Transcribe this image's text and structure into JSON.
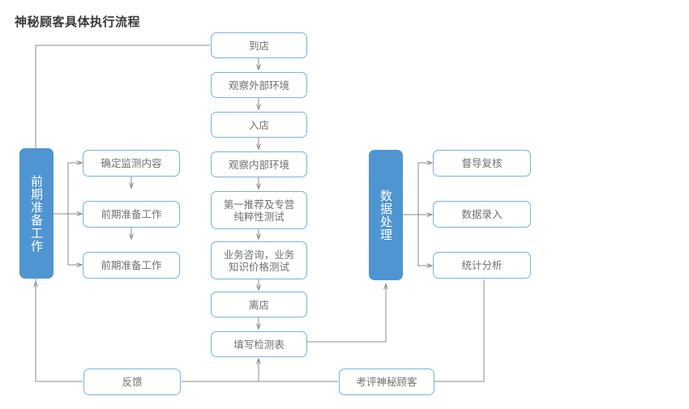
{
  "title": "神秘顾客具体执行流程",
  "colors": {
    "node_border": "#7bb0e0",
    "node_fill": "#ffffff",
    "node_text": "#6f6f6f",
    "pillar_fill": "#4f95d1",
    "pillar_text": "#ffffff",
    "connector": "#808080",
    "title_text": "#3a3a3a",
    "background": "#ffffff"
  },
  "pillars": {
    "left": {
      "label": "前期准备工作"
    },
    "right": {
      "label": "数据处理"
    }
  },
  "center_column": [
    {
      "key": "arrive",
      "label": "到店"
    },
    {
      "key": "observe_out",
      "label": "观察外部环境"
    },
    {
      "key": "enter",
      "label": "入店"
    },
    {
      "key": "observe_in",
      "label": "观察内部环境"
    },
    {
      "key": "first_rec",
      "line1": "第一推荐及专营",
      "line2": "纯粹性测试"
    },
    {
      "key": "biz_consult",
      "line1": "业务咨询，业务",
      "line2": "知识价格测试"
    },
    {
      "key": "leave",
      "label": "离店"
    },
    {
      "key": "fill_form",
      "label": "填写检测表"
    }
  ],
  "left_column": [
    {
      "key": "define_scope",
      "label": "确定监测内容"
    },
    {
      "key": "prep_work_1",
      "label": "前期准备工作"
    },
    {
      "key": "prep_work_2",
      "label": "前期准备工作"
    }
  ],
  "right_column": [
    {
      "key": "supervise",
      "label": "督导复核"
    },
    {
      "key": "data_entry",
      "label": "数据录入"
    },
    {
      "key": "stat_analysis",
      "label": "统计分析"
    }
  ],
  "bottom_row": [
    {
      "key": "feedback",
      "label": "反馈"
    },
    {
      "key": "evaluate",
      "label": "考评神秘顾客"
    }
  ]
}
